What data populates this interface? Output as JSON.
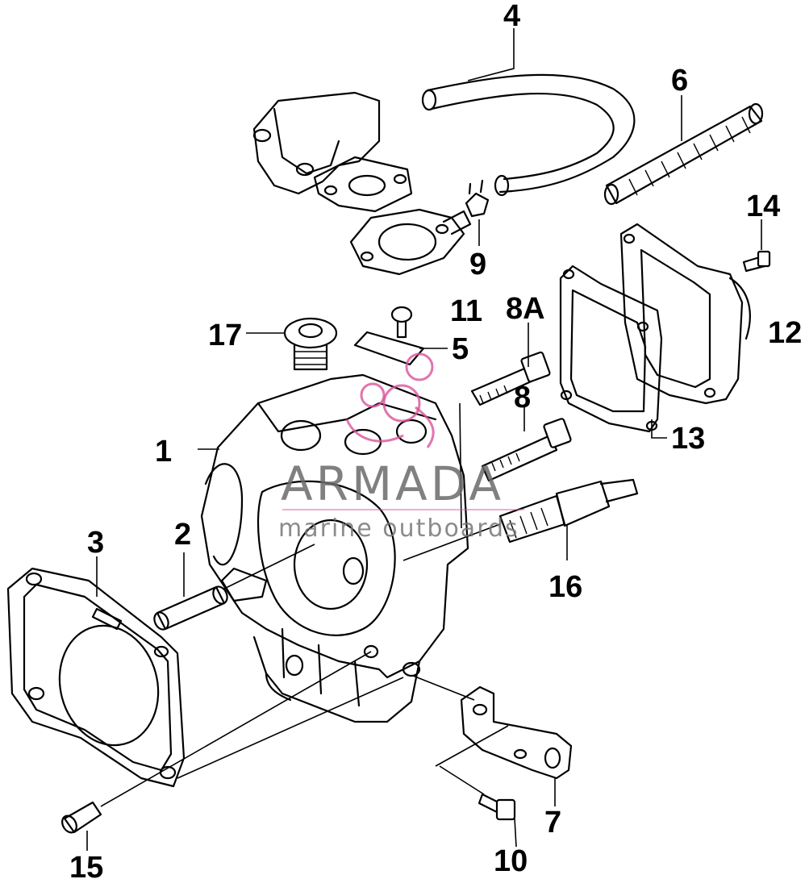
{
  "diagram": {
    "callouts": [
      {
        "id": "c1",
        "label": "1"
      },
      {
        "id": "c2",
        "label": "2"
      },
      {
        "id": "c3",
        "label": "3"
      },
      {
        "id": "c4",
        "label": "4"
      },
      {
        "id": "c5",
        "label": "5"
      },
      {
        "id": "c6",
        "label": "6"
      },
      {
        "id": "c7",
        "label": "7"
      },
      {
        "id": "c8",
        "label": "8"
      },
      {
        "id": "c8a",
        "label": "8A"
      },
      {
        "id": "c9",
        "label": "9"
      },
      {
        "id": "c10",
        "label": "10"
      },
      {
        "id": "c11",
        "label": "11"
      },
      {
        "id": "c12",
        "label": "12"
      },
      {
        "id": "c13",
        "label": "13"
      },
      {
        "id": "c14",
        "label": "14"
      },
      {
        "id": "c15",
        "label": "15"
      },
      {
        "id": "c16",
        "label": "16"
      },
      {
        "id": "c17",
        "label": "17"
      }
    ]
  },
  "watermark": {
    "brand": "ARMADA",
    "tagline": "marine outboards",
    "logo_color": "#d9539a"
  }
}
